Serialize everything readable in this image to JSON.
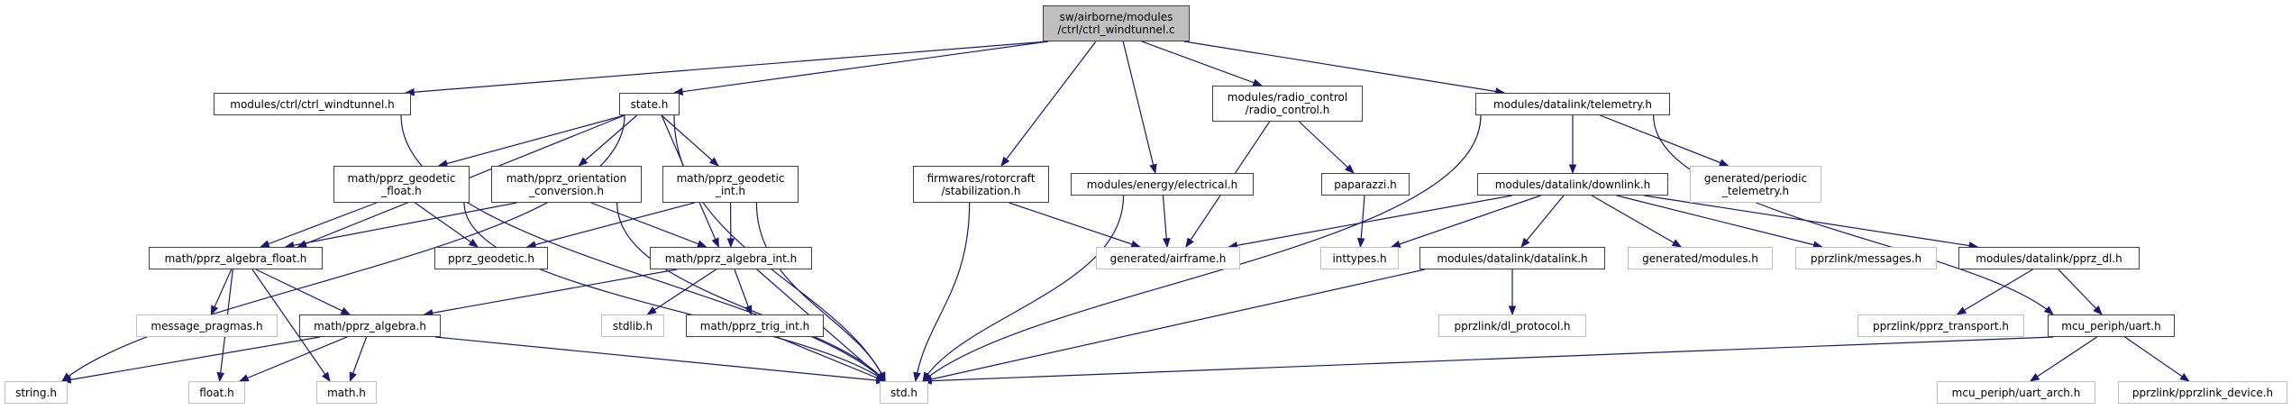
{
  "colors": {
    "edge": "#191970",
    "doc_border": "#404040",
    "ext_border": "#bfbfbf",
    "main_fill": "#bfbfbf"
  },
  "nodes": [
    {
      "id": "main",
      "label": "sw/airborne/modules\n/ctrl/ctrl_windtunnel.c",
      "kind": "main"
    },
    {
      "id": "ctrl_h",
      "label": "modules/ctrl/ctrl_windtunnel.h",
      "kind": "doc"
    },
    {
      "id": "state",
      "label": "state.h",
      "kind": "doc"
    },
    {
      "id": "stab",
      "label": "firmwares/rotorcraft\n/stabilization.h",
      "kind": "doc"
    },
    {
      "id": "elec",
      "label": "modules/energy/electrical.h",
      "kind": "doc"
    },
    {
      "id": "radio",
      "label": "modules/radio_control\n/radio_control.h",
      "kind": "doc"
    },
    {
      "id": "telem",
      "label": "modules/datalink/telemetry.h",
      "kind": "doc"
    },
    {
      "id": "geo_f",
      "label": "math/pprz_geodetic\n_float.h",
      "kind": "doc"
    },
    {
      "id": "orient",
      "label": "math/pprz_orientation\n_conversion.h",
      "kind": "doc"
    },
    {
      "id": "geo_i",
      "label": "math/pprz_geodetic\n_int.h",
      "kind": "doc"
    },
    {
      "id": "paparazzi",
      "label": "paparazzi.h",
      "kind": "doc"
    },
    {
      "id": "downlink",
      "label": "modules/datalink/downlink.h",
      "kind": "doc"
    },
    {
      "id": "periodic",
      "label": "generated/periodic\n_telemetry.h",
      "kind": "ext"
    },
    {
      "id": "alg_f",
      "label": "math/pprz_algebra_float.h",
      "kind": "doc"
    },
    {
      "id": "geodetic",
      "label": "pprz_geodetic.h",
      "kind": "doc"
    },
    {
      "id": "alg_i",
      "label": "math/pprz_algebra_int.h",
      "kind": "doc"
    },
    {
      "id": "airframe",
      "label": "generated/airframe.h",
      "kind": "ext"
    },
    {
      "id": "inttypes",
      "label": "inttypes.h",
      "kind": "ext"
    },
    {
      "id": "datalink",
      "label": "modules/datalink/datalink.h",
      "kind": "doc"
    },
    {
      "id": "gen_mod",
      "label": "generated/modules.h",
      "kind": "ext"
    },
    {
      "id": "messages",
      "label": "pprzlink/messages.h",
      "kind": "ext"
    },
    {
      "id": "pprz_dl",
      "label": "modules/datalink/pprz_dl.h",
      "kind": "doc"
    },
    {
      "id": "pragmas",
      "label": "message_pragmas.h",
      "kind": "ext"
    },
    {
      "id": "alg",
      "label": "math/pprz_algebra.h",
      "kind": "doc"
    },
    {
      "id": "stdlib",
      "label": "stdlib.h",
      "kind": "ext"
    },
    {
      "id": "trig",
      "label": "math/pprz_trig_int.h",
      "kind": "doc"
    },
    {
      "id": "dl_proto",
      "label": "pprzlink/dl_protocol.h",
      "kind": "ext"
    },
    {
      "id": "transport",
      "label": "pprzlink/pprz_transport.h",
      "kind": "ext"
    },
    {
      "id": "uart",
      "label": "mcu_periph/uart.h",
      "kind": "doc"
    },
    {
      "id": "string",
      "label": "string.h",
      "kind": "ext"
    },
    {
      "id": "float",
      "label": "float.h",
      "kind": "ext"
    },
    {
      "id": "math",
      "label": "math.h",
      "kind": "ext"
    },
    {
      "id": "std",
      "label": "std.h",
      "kind": "ext"
    },
    {
      "id": "uart_arch",
      "label": "mcu_periph/uart_arch.h",
      "kind": "ext"
    },
    {
      "id": "device",
      "label": "pprzlink/pprzlink_device.h",
      "kind": "ext"
    }
  ],
  "edges": [
    [
      "main",
      "ctrl_h"
    ],
    [
      "main",
      "state"
    ],
    [
      "main",
      "stab"
    ],
    [
      "main",
      "elec"
    ],
    [
      "main",
      "radio"
    ],
    [
      "main",
      "telem"
    ],
    [
      "ctrl_h",
      "std"
    ],
    [
      "state",
      "string"
    ],
    [
      "state",
      "alg_f"
    ],
    [
      "state",
      "geo_f"
    ],
    [
      "state",
      "orient"
    ],
    [
      "state",
      "geo_i"
    ],
    [
      "state",
      "alg_i"
    ],
    [
      "state",
      "std"
    ],
    [
      "geo_f",
      "alg_f"
    ],
    [
      "geo_f",
      "geodetic"
    ],
    [
      "geo_f",
      "std"
    ],
    [
      "orient",
      "alg_f"
    ],
    [
      "orient",
      "alg_i"
    ],
    [
      "orient",
      "std"
    ],
    [
      "geo_i",
      "geodetic"
    ],
    [
      "geo_i",
      "alg_i"
    ],
    [
      "geo_i",
      "std"
    ],
    [
      "alg_f",
      "pragmas"
    ],
    [
      "alg_f",
      "alg"
    ],
    [
      "alg_f",
      "float"
    ],
    [
      "alg_f",
      "math"
    ],
    [
      "alg_i",
      "alg"
    ],
    [
      "alg_i",
      "stdlib"
    ],
    [
      "alg_i",
      "trig"
    ],
    [
      "alg_i",
      "std"
    ],
    [
      "alg",
      "string"
    ],
    [
      "alg",
      "float"
    ],
    [
      "alg",
      "math"
    ],
    [
      "alg",
      "std"
    ],
    [
      "trig",
      "std"
    ],
    [
      "stab",
      "airframe"
    ],
    [
      "stab",
      "std"
    ],
    [
      "elec",
      "airframe"
    ],
    [
      "elec",
      "std"
    ],
    [
      "radio",
      "airframe"
    ],
    [
      "radio",
      "paparazzi"
    ],
    [
      "paparazzi",
      "inttypes"
    ],
    [
      "telem",
      "std"
    ],
    [
      "telem",
      "downlink"
    ],
    [
      "telem",
      "periodic"
    ],
    [
      "telem",
      "uart"
    ],
    [
      "downlink",
      "airframe"
    ],
    [
      "downlink",
      "inttypes"
    ],
    [
      "downlink",
      "datalink"
    ],
    [
      "downlink",
      "gen_mod"
    ],
    [
      "downlink",
      "messages"
    ],
    [
      "downlink",
      "pprz_dl"
    ],
    [
      "datalink",
      "dl_proto"
    ],
    [
      "datalink",
      "std"
    ],
    [
      "pprz_dl",
      "transport"
    ],
    [
      "pprz_dl",
      "uart"
    ],
    [
      "uart",
      "std"
    ],
    [
      "uart",
      "uart_arch"
    ],
    [
      "uart",
      "device"
    ]
  ]
}
